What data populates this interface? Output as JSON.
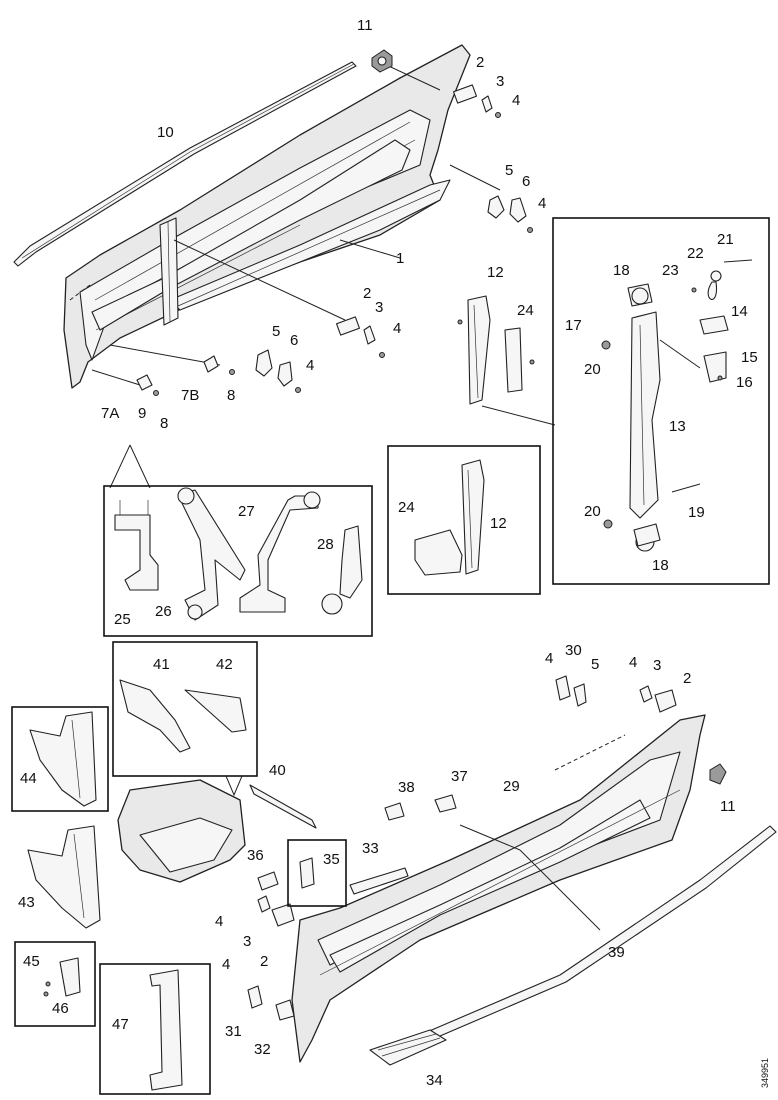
{
  "document_number": "349951",
  "callouts": {
    "c1": "1",
    "c2a": "2",
    "c2b": "2",
    "c2c": "2",
    "c2d": "2",
    "c3a": "3",
    "c3b": "3",
    "c3c": "3",
    "c3d": "3",
    "c4a": "4",
    "c4b": "4",
    "c4c": "4",
    "c4d": "4",
    "c4e": "4",
    "c4f": "4",
    "c4g": "4",
    "c4h": "4",
    "c5a": "5",
    "c5b": "5",
    "c5c": "5",
    "c6a": "6",
    "c6b": "6",
    "c7a": "7A",
    "c7b": "7B",
    "c8a": "8",
    "c8b": "8",
    "c9": "9",
    "c10": "10",
    "c11a": "11",
    "c11b": "11",
    "c12a": "12",
    "c12b": "12",
    "c13": "13",
    "c14": "14",
    "c15": "15",
    "c16": "16",
    "c17": "17",
    "c18a": "18",
    "c18b": "18",
    "c19": "19",
    "c20a": "20",
    "c20b": "20",
    "c21": "21",
    "c22": "22",
    "c23": "23",
    "c24a": "24",
    "c24b": "24",
    "c25": "25",
    "c26": "26",
    "c27": "27",
    "c28": "28",
    "c29": "29",
    "c30": "30",
    "c31": "31",
    "c32": "32",
    "c33": "33",
    "c34": "34",
    "c35": "35",
    "c36": "36",
    "c37": "37",
    "c38": "38",
    "c39": "39",
    "c40": "40",
    "c41": "41",
    "c42": "42",
    "c43": "43",
    "c44": "44",
    "c45": "45",
    "c46": "46",
    "c47": "47"
  }
}
